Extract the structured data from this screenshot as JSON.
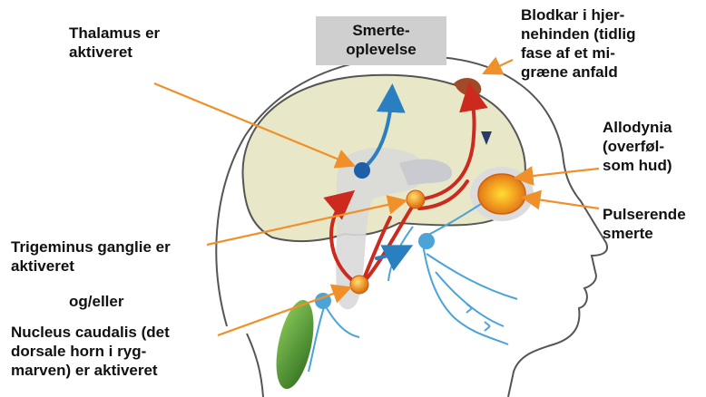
{
  "labels": {
    "thalamus": "Thalamus er\naktiveret",
    "experience_line1": "Smerte-",
    "experience_line2": "oplevelse",
    "blood_vessels": "Blodkar i hjer-\nnehinden (tidlig\nfase af et mi-\ngræne anfald",
    "allodynia": "Allodynia\n(overføl-\nsom hud)",
    "pulsating": "Pulserende\nsmerte",
    "trigeminus": "Trigeminus ganglie er\naktiveret",
    "or": "og/eller",
    "nucleus": "Nucleus caudalis (det\ndorsale horn i ryg-\nmarven) er aktiveret"
  },
  "colors": {
    "skin_outline": "#555555",
    "brain_fill": "#e8e8c8",
    "pain_pathway": "#cc2a1f",
    "sensory_pathway": "#2a7fc0",
    "nerves": "#4ba3d8",
    "callout_arrow": "#f0902a",
    "orange_node": "#f0a020",
    "experience_box": "#cfcfcf",
    "spinal_green": "#3f8a2a"
  },
  "icons": [
    "pain-pathway-arrow",
    "sensory-pathway-arrow",
    "trigeminal-node",
    "thalamus-node",
    "nucleus-node",
    "eye-pain-highlight"
  ]
}
